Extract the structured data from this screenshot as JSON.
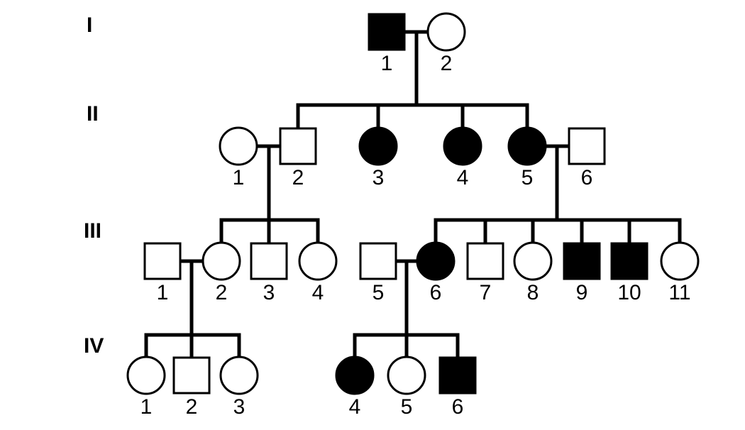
{
  "diagram": {
    "generations": [
      {
        "label": "I",
        "individuals": [
          {
            "number": "1",
            "sex": "male",
            "affected": true
          },
          {
            "number": "2",
            "sex": "female",
            "affected": false
          }
        ]
      },
      {
        "label": "II",
        "individuals": [
          {
            "number": "1",
            "sex": "female",
            "affected": false
          },
          {
            "number": "2",
            "sex": "male",
            "affected": false
          },
          {
            "number": "3",
            "sex": "female",
            "affected": true
          },
          {
            "number": "4",
            "sex": "female",
            "affected": true
          },
          {
            "number": "5",
            "sex": "female",
            "affected": true
          },
          {
            "number": "6",
            "sex": "male",
            "affected": false
          }
        ]
      },
      {
        "label": "III",
        "individuals": [
          {
            "number": "1",
            "sex": "male",
            "affected": false
          },
          {
            "number": "2",
            "sex": "female",
            "affected": false
          },
          {
            "number": "3",
            "sex": "male",
            "affected": false
          },
          {
            "number": "4",
            "sex": "female",
            "affected": false
          },
          {
            "number": "5",
            "sex": "male",
            "affected": false
          },
          {
            "number": "6",
            "sex": "female",
            "affected": true
          },
          {
            "number": "7",
            "sex": "male",
            "affected": false
          },
          {
            "number": "8",
            "sex": "female",
            "affected": false
          },
          {
            "number": "9",
            "sex": "male",
            "affected": true
          },
          {
            "number": "10",
            "sex": "male",
            "affected": true
          },
          {
            "number": "11",
            "sex": "female",
            "affected": false
          }
        ]
      },
      {
        "label": "IV",
        "individuals": [
          {
            "number": "1",
            "sex": "female",
            "affected": false
          },
          {
            "number": "2",
            "sex": "male",
            "affected": false
          },
          {
            "number": "3",
            "sex": "female",
            "affected": false
          },
          {
            "number": "4",
            "sex": "female",
            "affected": true
          },
          {
            "number": "5",
            "sex": "female",
            "affected": false
          },
          {
            "number": "6",
            "sex": "male",
            "affected": true
          }
        ]
      }
    ],
    "colors": {
      "affected": "#000000",
      "unaffected": "#ffffff",
      "stroke": "#000000"
    }
  }
}
